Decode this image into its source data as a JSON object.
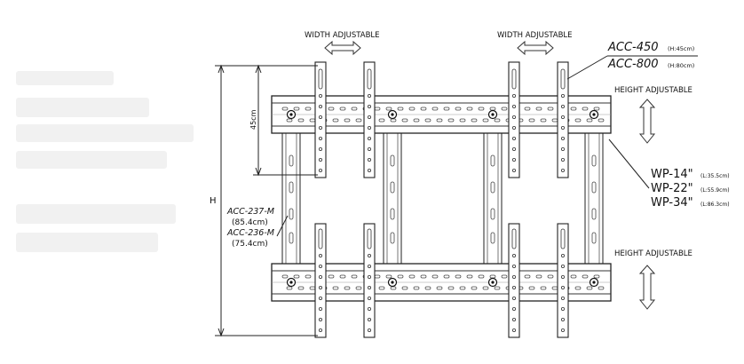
{
  "labels": {
    "width_left": "WIDTH ADJUSTABLE",
    "width_right": "WIDTH ADJUSTABLE",
    "height_top": "HEIGHT ADJUSTABLE",
    "height_bottom": "HEIGHT ADJUSTABLE",
    "dim_45": "45cm",
    "dim_h": "H"
  },
  "acc_arms": [
    {
      "code": "ACC-450",
      "note": "(H:45cm)"
    },
    {
      "code": "ACC-800",
      "note": "(H:80cm)"
    }
  ],
  "wall_plates": [
    {
      "code": "WP-14\"",
      "note": "(L:35.5cm)"
    },
    {
      "code": "WP-22\"",
      "note": "(L:55.9cm)"
    },
    {
      "code": "WP-34\"",
      "note": "(L:86.3cm)"
    }
  ],
  "rails": [
    {
      "code": "ACC-237-M",
      "note": "(85.4cm)"
    },
    {
      "code": "ACC-236-M",
      "note": "(75.4cm)"
    }
  ]
}
